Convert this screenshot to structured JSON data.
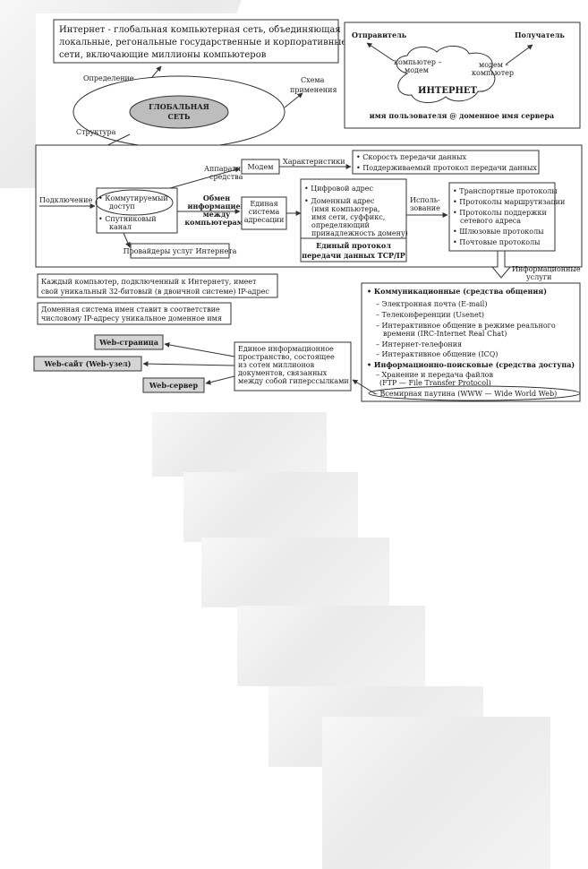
{
  "definition_box": {
    "line1": "Интернет - глобальная компьютерная сеть, объединяющая",
    "line2": "локальные, регональные государственные и корпоративные",
    "line3": "сети, включающие миллионы компьютеров"
  },
  "labels": {
    "definition": "Определение",
    "structure": "Структура",
    "scheme_l1": "Схема",
    "scheme_l2": "применения",
    "global_l1": "ГЛОБАЛЬНАЯ",
    "global_l2": "СЕТЬ"
  },
  "scheme": {
    "sender": "Отправитель",
    "receiver": "Получатель",
    "pc_left_l1": "компьютер –",
    "pc_left_l2": "модем",
    "pc_right_l1": "модем –",
    "pc_right_l2": "компьютер",
    "internet": "ИНТЕРНЕТ",
    "address": "имя пользователя @ доменное имя сервера"
  },
  "structure": {
    "connection": "Подключение",
    "dialup_l1": "• Коммутируемый",
    "dialup_l2": "доступ",
    "satellite_l1": "• Спутниковый",
    "satellite_l2": "канал",
    "hardware_l1": "Аппаратные",
    "hardware_l2": "средства",
    "modem": "Модем",
    "characteristics": "Характеристики",
    "char1": "• Скорость передачи данных",
    "char2": "• Поддерживаемый протокол передачи данных",
    "exchange_l1": "Обмен",
    "exchange_l2": "информацией",
    "exchange_l3": "между",
    "exchange_l4": "компьютерами",
    "unified_l1": "Единая",
    "unified_l2": "система",
    "unified_l3": "адресации",
    "digital": "• Цифровой адрес",
    "domain_l1": "• Доменный адрес",
    "domain_l2": "(имя компьютера,",
    "domain_l3": "имя сети, суффикс,",
    "domain_l4": "определяющий",
    "domain_l5": "принадлежность домену)",
    "tcp_l1": "Единый протокол",
    "tcp_l2": "передачи данных TCP/IP",
    "usage_l1": "Исполь-",
    "usage_l2": "зование",
    "proto1": "• Транспортные протоколы",
    "proto2": "• Протоколы маршрутизации",
    "proto3_l1": "• Протоколы поддержки",
    "proto3_l2": "сетевого адреса",
    "proto4": "• Шлюзовые протоколы",
    "proto5": "• Почтовые протоколы",
    "providers": "Провайдеры услуг Интернета"
  },
  "ip_box": {
    "line1": "Каждый компьютер, подключенный к Интернету, имеет",
    "line2": "свой уникальный 32-битовый (в двоичной системе) IP-адрес"
  },
  "dns_box": {
    "line1": "Доменная система имен ставит в соответствие",
    "line2": "числовому IP-адресу уникальное доменное имя"
  },
  "info_services": {
    "label_l1": "Информационные",
    "label_l2": "услуги",
    "comm_title": "• Коммуникационные (средства общения)",
    "email": "– Электронная почта (E-mail)",
    "telecon": "– Телеконференции (Usenet)",
    "irc_l1": "– Интерактивное общение в режиме реального",
    "irc_l2": "времени (IRC-Internet Real Chat)",
    "iptel": "– Интернет-телефония",
    "icq": "– Интерактивное общение (ICQ)",
    "search_title": "• Информационно-поисковые (средства доступа)",
    "ftp_l1": "– Хранение и передача файлов",
    "ftp_l2": "(FTP — File Transfer Protocol)",
    "www": "– Всемирная паутина (WWW — Wide World Web)"
  },
  "web": {
    "page": "Web-страница",
    "site": "Web-сайт (Web-узел)",
    "server": "Web-сервер",
    "space_l1": "Единое информационное",
    "space_l2": "пространство, состоящее",
    "space_l3": "из сотен миллионов",
    "space_l4": "документов, связанных",
    "space_l5": "между собой гиперссылками"
  }
}
